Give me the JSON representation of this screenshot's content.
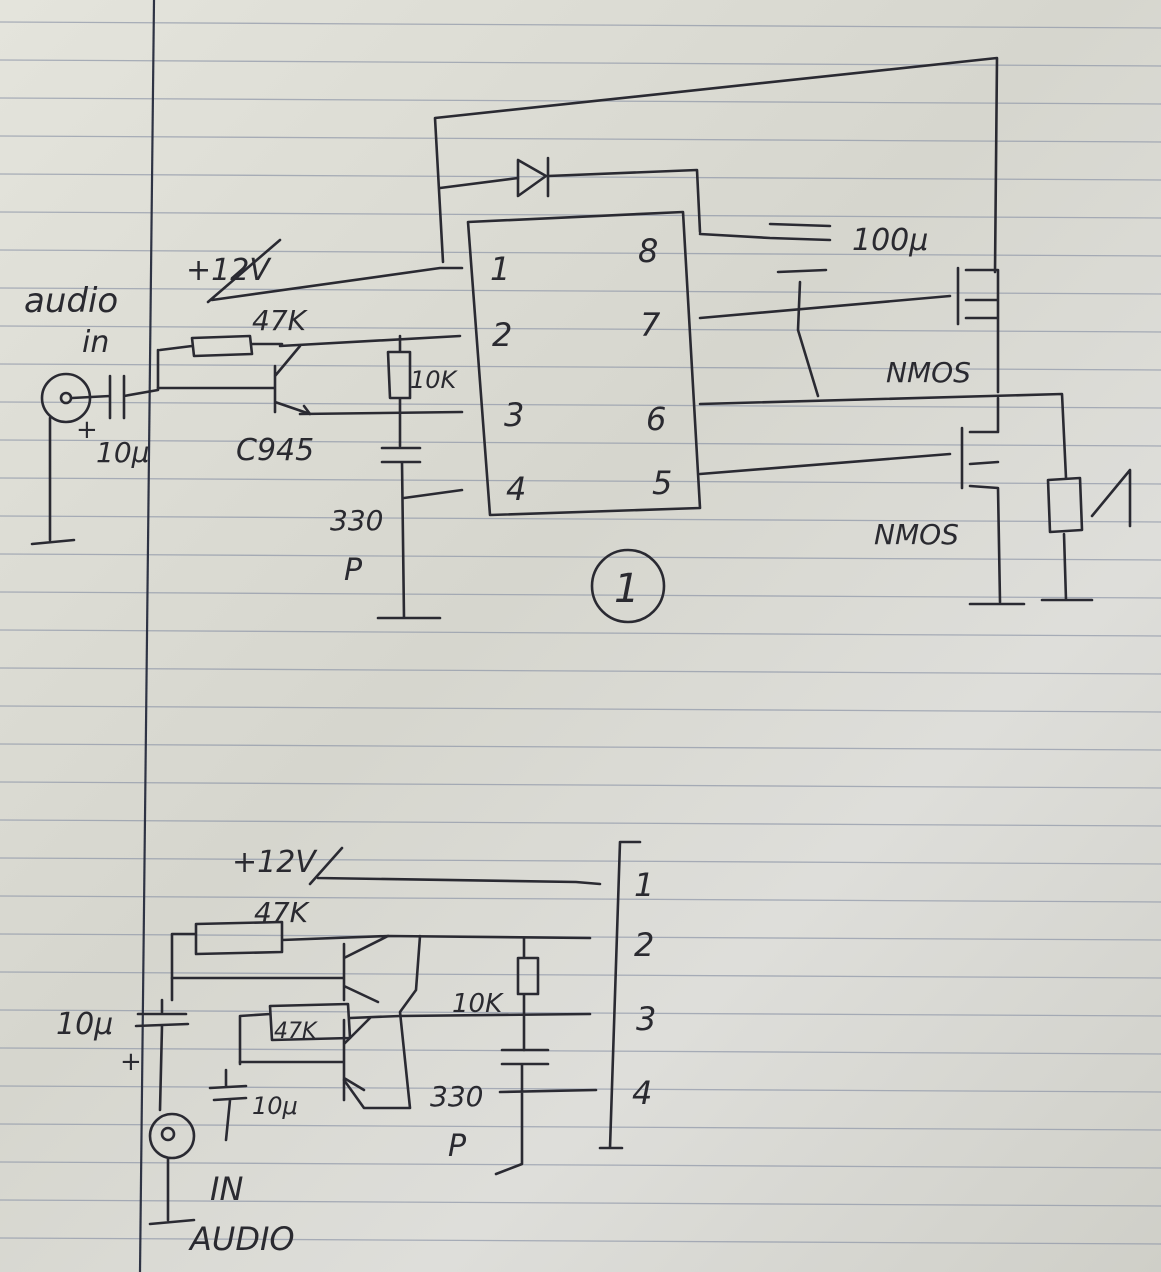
{
  "circuit1": {
    "pins_left": [
      "1",
      "2",
      "3",
      "4"
    ],
    "pins_right": [
      "8",
      "7",
      "6",
      "5"
    ],
    "supply": "+12V",
    "input_label_1": "audio",
    "input_label_2": "in",
    "input_cap": "10μ",
    "input_cap_plus": "+",
    "r_base": "47K",
    "r_bias": "10K",
    "transistor": "C945",
    "cap_timing": "330",
    "cap_timing_unit": "P",
    "cap_boot": "100μ",
    "mosfet_top": "NMOS",
    "mosfet_bottom": "NMOS",
    "figure_number": "1"
  },
  "circuit2": {
    "pins": [
      "1",
      "2",
      "3",
      "4"
    ],
    "supply": "+12V",
    "r_top": "47K",
    "r_mid": "47K",
    "r_bias": "10K",
    "cap_in": "10μ",
    "cap_in_plus": "+",
    "cap_small": "10μ",
    "cap_timing": "330",
    "cap_timing_unit": "P",
    "input_label_1": "IN",
    "input_label_2": "AUDIO"
  }
}
